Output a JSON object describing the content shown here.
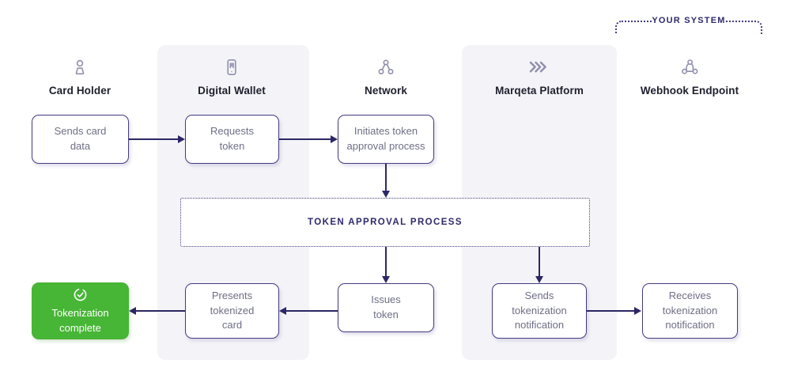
{
  "system_banner": {
    "label": "YOUR SYSTEM"
  },
  "columns": [
    {
      "id": "card-holder",
      "label": "Card Holder",
      "icon": "person-icon"
    },
    {
      "id": "digital-wallet",
      "label": "Digital Wallet",
      "icon": "mobile-wallet-icon"
    },
    {
      "id": "network",
      "label": "Network",
      "icon": "network-nodes-icon"
    },
    {
      "id": "marqeta-platform",
      "label": "Marqeta Platform",
      "icon": "marqeta-chevrons-icon"
    },
    {
      "id": "webhook-endpoint",
      "label": "Webhook Endpoint",
      "icon": "webhook-icon"
    }
  ],
  "nodes": {
    "sends_card_data": "Sends card\ndata",
    "requests_token": "Requests\ntoken",
    "initiates_approval": "Initiates token\napproval process",
    "token_approval_process": "TOKEN APPROVAL PROCESS",
    "tokenization_complete": "Tokenization\ncomplete",
    "presents_tokenized": "Presents\ntokenized\ncard",
    "issues_token": "Issues\ntoken",
    "sends_notification": "Sends\ntokenization\nnotification",
    "receives_notification": "Receives\ntokenization\nnotification"
  },
  "icons": {
    "success_check": "check-circle-icon"
  },
  "colors": {
    "node_border_indigo": "#443b82",
    "arrow_indigo": "#2b2766",
    "label_indigo": "#2d2a6b",
    "band_background": "#f4f4f8",
    "node_text_gray": "#6e6e87",
    "header_text": "#20202f",
    "icon_gray": "#8f8fad",
    "success_green": "#47b535",
    "white": "#ffffff"
  }
}
